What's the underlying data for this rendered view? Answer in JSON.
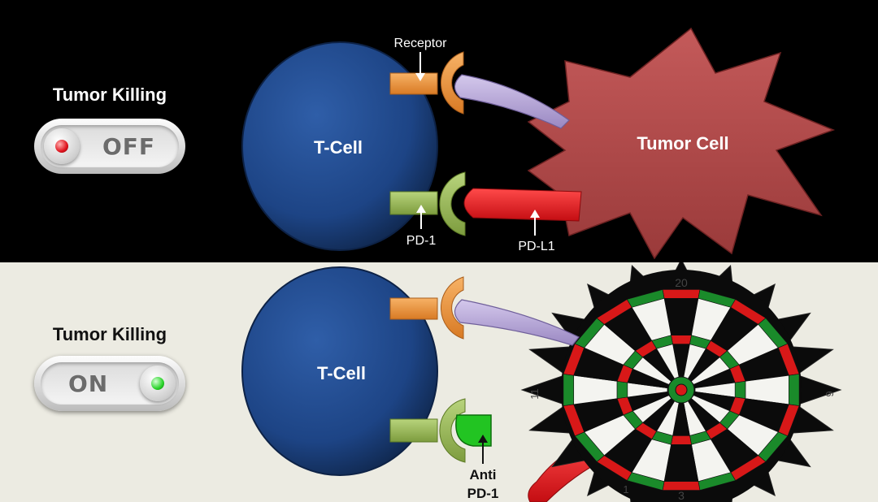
{
  "top_panel": {
    "switch_title": "Tumor Killing",
    "switch_state": "OFF",
    "led_color": "#e0141e",
    "t_cell_label": "T-Cell",
    "tumor_cell_label": "Tumor Cell",
    "receptor_label": "Receptor",
    "pd1_label": "PD-1",
    "pdl1_label": "PD-L1"
  },
  "bottom_panel": {
    "switch_title": "Tumor Killing",
    "switch_state": "ON",
    "led_color": "#2ad42a",
    "t_cell_label": "T-Cell",
    "antibody_label_line1": "Anti",
    "antibody_label_line2": "PD-1",
    "dartboard_numbers": [
      "20",
      "6",
      "3",
      "11",
      "1"
    ]
  },
  "colors": {
    "top_background": "#000000",
    "bottom_background": "#ecebe2",
    "t_cell": "#1d4485",
    "tumor_cell": "#b14646",
    "receptor": "#f09a3e",
    "pd1": "#9fbe5e",
    "ligand": "#b7a6d6",
    "pdl1": "#e8161b",
    "antibody": "#22c422"
  }
}
